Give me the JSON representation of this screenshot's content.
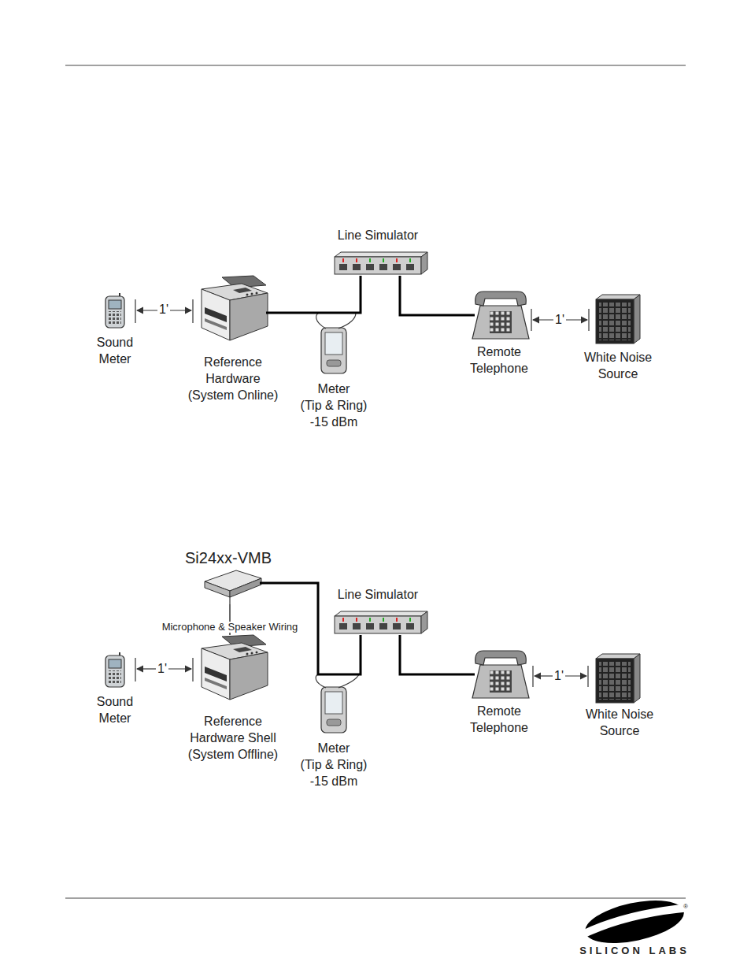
{
  "diagram": {
    "nodes": [
      {
        "text": [
          "Sound Meter"
        ]
      },
      {
        "text": [
          "Reference Hardware (System Online)"
        ]
      },
      {
        "text": [
          "Line Simulator"
        ]
      },
      {
        "text": [
          "Meter",
          "(Tip & Ring)",
          "-15 dBm"
        ]
      },
      {
        "text": [
          "Remote Telephone"
        ]
      },
      {
        "text": [
          "White Noise Source"
        ]
      },
      {
        "text": [
          "Si24xx-VMB"
        ]
      },
      {
        "text": [
          "Sound Meter"
        ]
      },
      {
        "text": [
          "Reference Hardware Shell (System Offline)"
        ]
      },
      {
        "text": [
          "Line Simulator"
        ]
      },
      {
        "text": [
          "Meter",
          "(Tip & Ring)",
          "-15 dBm"
        ]
      },
      {
        "text": [
          "Remote Telephone"
        ]
      },
      {
        "text": [
          "White Noise Source"
        ]
      }
    ],
    "edges": [
      {
        "from": 1,
        "to": 2,
        "arrow": "none"
      },
      {
        "from": 2,
        "to": 4,
        "arrow": "none"
      },
      {
        "from": 6,
        "to": 9,
        "arrow": "none"
      },
      {
        "from": 6,
        "to": 8,
        "label": "Microphone & Speaker Wiring",
        "arrow": "none"
      },
      {
        "from": 9,
        "to": 11,
        "arrow": "none"
      }
    ],
    "labels": [
      "1'",
      "1'",
      "1'",
      "1'",
      "SILICON LABS",
      "®"
    ]
  }
}
